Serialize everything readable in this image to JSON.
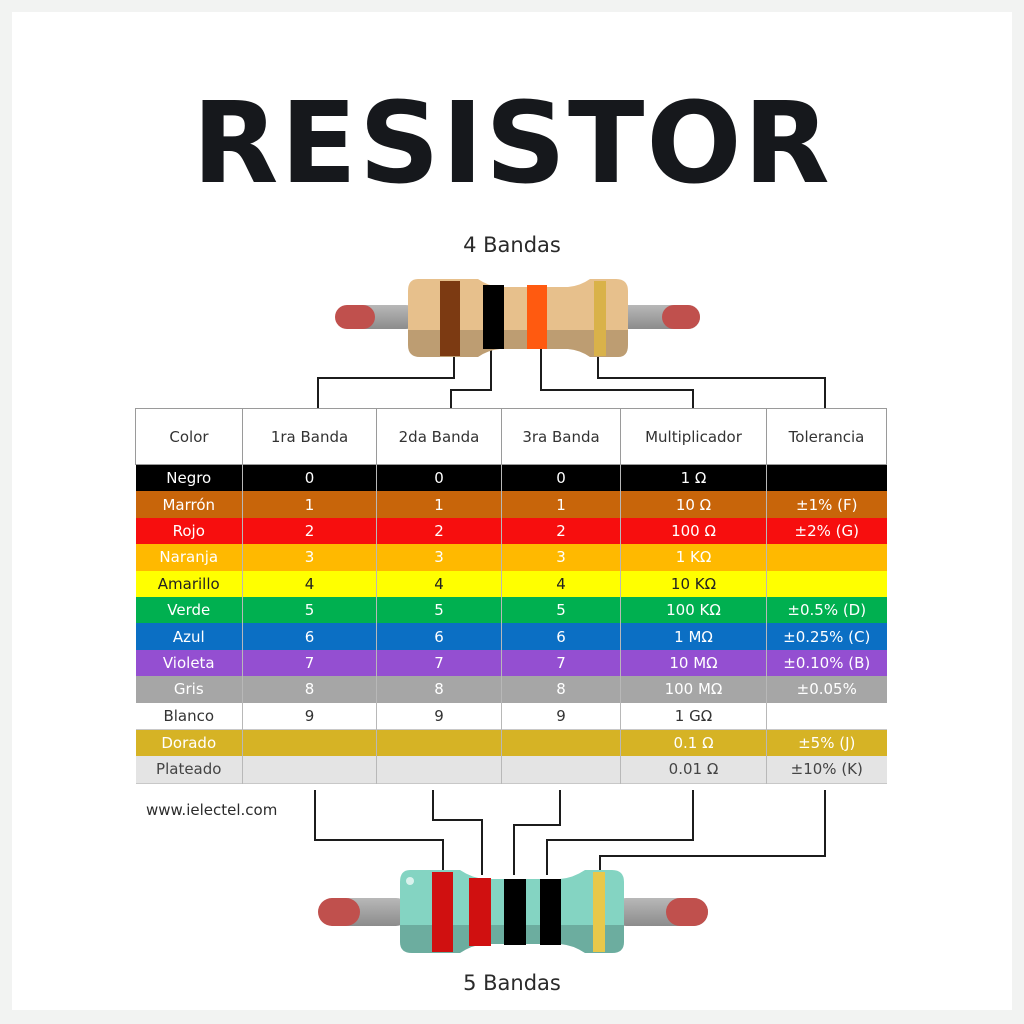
{
  "title": "RESISTOR",
  "four_band_caption": "4 Bandas",
  "five_band_caption": "5 Bandas",
  "website": "www.ielectel.com",
  "table": {
    "headers": [
      "Color",
      "1ra Banda",
      "2da Banda",
      "3ra Banda",
      "Multiplicador",
      "Tolerancia"
    ],
    "rows": [
      {
        "color": "Negro",
        "b1": "0",
        "b2": "0",
        "b3": "0",
        "mult": "1 Ω",
        "tol": "",
        "bg": "#000000",
        "fg": "#ffffff"
      },
      {
        "color": "Marrón",
        "b1": "1",
        "b2": "1",
        "b3": "1",
        "mult": "10 Ω",
        "tol": "±1% (F)",
        "bg": "#c8650a",
        "fg": "#ffffff"
      },
      {
        "color": "Rojo",
        "b1": "2",
        "b2": "2",
        "b3": "2",
        "mult": "100 Ω",
        "tol": "±2% (G)",
        "bg": "#f70e0e",
        "fg": "#ffffff"
      },
      {
        "color": "Naranja",
        "b1": "3",
        "b2": "3",
        "b3": "3",
        "mult": "1 KΩ",
        "tol": "",
        "bg": "#ffb900",
        "fg": "#ffffff"
      },
      {
        "color": "Amarillo",
        "b1": "4",
        "b2": "4",
        "b3": "4",
        "mult": "10 KΩ",
        "tol": "",
        "bg": "#ffff00",
        "fg": "#222222"
      },
      {
        "color": "Verde",
        "b1": "5",
        "b2": "5",
        "b3": "5",
        "mult": "100 KΩ",
        "tol": "±0.5% (D)",
        "bg": "#00b050",
        "fg": "#ffffff"
      },
      {
        "color": "Azul",
        "b1": "6",
        "b2": "6",
        "b3": "6",
        "mult": "1 MΩ",
        "tol": "±0.25% (C)",
        "bg": "#0b6fc4",
        "fg": "#ffffff"
      },
      {
        "color": "Violeta",
        "b1": "7",
        "b2": "7",
        "b3": "7",
        "mult": "10 MΩ",
        "tol": "±0.10% (B)",
        "bg": "#944fd1",
        "fg": "#ffffff"
      },
      {
        "color": "Gris",
        "b1": "8",
        "b2": "8",
        "b3": "8",
        "mult": "100 MΩ",
        "tol": "±0.05%",
        "bg": "#a6a6a6",
        "fg": "#ffffff"
      },
      {
        "color": "Blanco",
        "b1": "9",
        "b2": "9",
        "b3": "9",
        "mult": "1 GΩ",
        "tol": "",
        "bg": "#ffffff",
        "fg": "#333333"
      },
      {
        "color": "Dorado",
        "b1": "",
        "b2": "",
        "b3": "",
        "mult": "0.1 Ω",
        "tol": "±5% (J)",
        "bg": "#d6b325",
        "fg": "#ffffff"
      },
      {
        "color": "Plateado",
        "b1": "",
        "b2": "",
        "b3": "",
        "mult": "0.01 Ω",
        "tol": "±10% (K)",
        "bg": "#e4e4e4",
        "fg": "#444444"
      }
    ]
  },
  "resistor_4": {
    "body_color": "#e7c08c",
    "lead_tip_color": "#c0504d",
    "bands": [
      {
        "role": "1ra Banda",
        "color": "#7c3a12"
      },
      {
        "role": "2da Banda",
        "color": "#000000"
      },
      {
        "role": "Multiplicador",
        "color": "#ff5a10"
      },
      {
        "role": "Tolerancia",
        "color": "#d9b24a"
      }
    ]
  },
  "resistor_5": {
    "body_color": "#84d4c2",
    "lead_tip_color": "#c0504d",
    "bands": [
      {
        "role": "1ra Banda",
        "color": "#d01010"
      },
      {
        "role": "2da Banda",
        "color": "#d01010"
      },
      {
        "role": "3ra Banda",
        "color": "#000000"
      },
      {
        "role": "Multiplicador",
        "color": "#000000"
      },
      {
        "role": "Tolerancia",
        "color": "#e8c84a"
      }
    ]
  }
}
